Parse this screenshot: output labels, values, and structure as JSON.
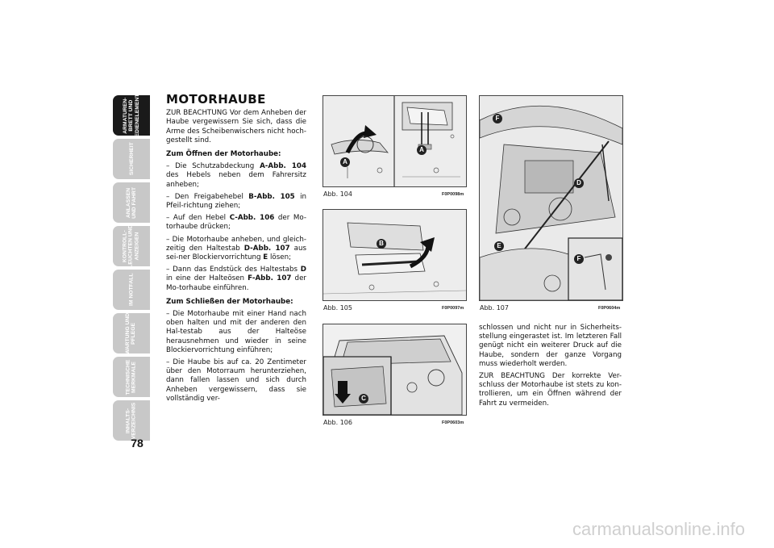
{
  "page_number": "78",
  "tabs": [
    {
      "label": "ARMATUREN-\nBRETT UND\nBEDIENELEMENTE",
      "active": true
    },
    {
      "label": "SICHERHEIT",
      "active": false
    },
    {
      "label": "ANLASSEN\nUND FAHRT",
      "active": false
    },
    {
      "label": "KONTROLL-\nLEUCHTEN UND\nANZEIGEN",
      "active": false
    },
    {
      "label": "IM NOTFALL",
      "active": false
    },
    {
      "label": "WARTUNG UND\nPFLEGE",
      "active": false
    },
    {
      "label": "TECHNISCHE\nMERKMALE",
      "active": false
    },
    {
      "label": "INHALTS-\nVERZEICHNIS",
      "active": false
    }
  ],
  "section_title": "MOTORHAUBE",
  "intro": "ZUR BEACHTUNG Vor dem Anheben der Haube vergewissern Sie sich, dass die Arme des Scheibenwischers nicht hoch-gestellt sind.",
  "open_heading": "Zum Öffnen der Motorhaube:",
  "open_steps": [
    {
      "pre": "– Die Schutzabdeckung ",
      "bold": "A-Abb. 104",
      "post": " des Hebels neben dem Fahrersitz anheben;"
    },
    {
      "pre": "– Den Freigabehebel ",
      "bold": "B-Abb. 105",
      "post": " in Pfeil-richtung ziehen;"
    },
    {
      "pre": "– Auf den Hebel ",
      "bold": "C-Abb. 106",
      "post": " der Mo-torhaube drücken;"
    },
    {
      "pre": "– Die Motorhaube anheben, und gleich-zeitig den Haltestab ",
      "bold": "D-Abb. 107",
      "post": " aus sei-ner Blockiervorrichtung ",
      "bold2": "E",
      "post2": " lösen;"
    },
    {
      "pre": "– Dann das Endstück des Haltestabs ",
      "bold": "D",
      "post": " in eine der Halteösen ",
      "bold2": "F-Abb. 107",
      "post2": " der Mo-torhaube einführen."
    }
  ],
  "close_heading": "Zum Schließen der Motorhaube:",
  "close_steps": [
    "– Die Motorhaube mit einer Hand nach oben halten und mit der anderen den Hal-testab aus der Halteöse herausnehmen und wieder in seine Blockiervorrichtung einführen;",
    "– Die Haube bis auf ca. 20 Zentimeter über den Motorraum herunterziehen, dann fallen lassen und sich durch Anheben vergewissern, dass sie vollständig ver-"
  ],
  "right_text": [
    "schlossen und nicht nur in Sicherheits-stellung eingerastet ist. Im letzteren Fall genügt nicht ein weiterer Druck auf die Haube, sondern der ganze Vorgang muss wiederholt werden.",
    "ZUR BEACHTUNG Der korrekte Ver-schluss der Motorhaube ist stets zu kon-trollieren, um ein Öffnen während der Fahrt zu vermeiden."
  ],
  "figures": {
    "fig104": {
      "caption": "Abb. 104",
      "code": "F0P0098m",
      "labels": [
        "A",
        "A"
      ]
    },
    "fig105": {
      "caption": "Abb. 105",
      "code": "F0P0097m",
      "labels": [
        "B"
      ]
    },
    "fig106": {
      "caption": "Abb. 106",
      "code": "F0P0603m",
      "labels": [
        "C"
      ]
    },
    "fig107": {
      "caption": "Abb. 107",
      "code": "F0P0604m",
      "labels": [
        "F",
        "D",
        "E",
        "F"
      ]
    }
  },
  "watermark": "carmanualsonline.info"
}
